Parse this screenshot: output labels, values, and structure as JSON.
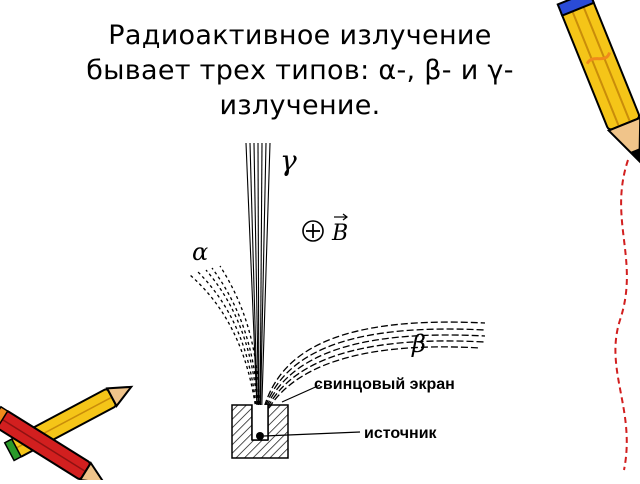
{
  "slide": {
    "title_lines": [
      "Радиоактивное излучение",
      "бывает трех типов: α-, β- и γ-",
      "излучение."
    ]
  },
  "diagram": {
    "gamma_label": "γ",
    "alpha_label": "α",
    "beta_label": "β",
    "field_label": "B",
    "field_symbol": "⊕",
    "screen_label": "свинцовый экран",
    "source_label": "источник"
  },
  "colors": {
    "pencil_yellow": "#f5c518",
    "pencil_orange": "#f08a1c",
    "pencil_blue": "#2a4bd7",
    "pencil_red": "#d21f1f",
    "pencil_green": "#2a9a2a"
  }
}
